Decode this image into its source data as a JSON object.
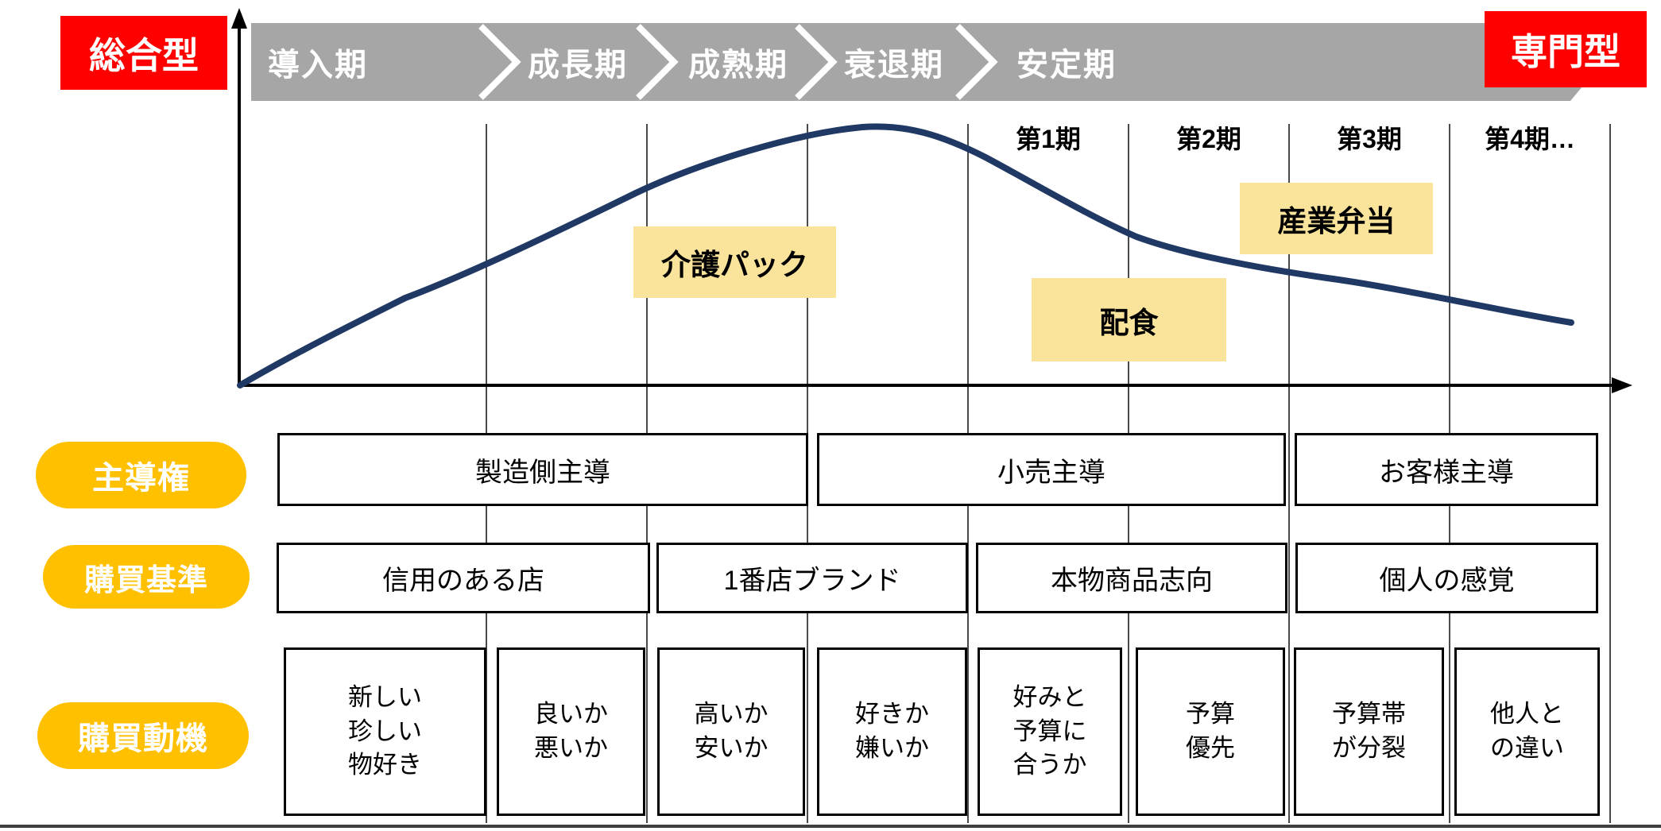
{
  "header": {
    "left_tag": "総合型",
    "right_tag": "専門型"
  },
  "lifecycle_banner": {
    "phases": [
      {
        "label": "導入期"
      },
      {
        "label": "成長期"
      },
      {
        "label": "成熟期"
      },
      {
        "label": "衰退期"
      },
      {
        "label": "安定期"
      }
    ]
  },
  "periods": [
    {
      "label": "第1期"
    },
    {
      "label": "第2期"
    },
    {
      "label": "第3期"
    },
    {
      "label": "第4期…"
    }
  ],
  "product_tags": [
    {
      "label": "介護パック"
    },
    {
      "label": "配食"
    },
    {
      "label": "産業弁当"
    }
  ],
  "rows": [
    {
      "label": "主導権",
      "cells": [
        {
          "text": "製造側主導"
        },
        {
          "text": "小売主導"
        },
        {
          "text": "お客様主導"
        }
      ]
    },
    {
      "label": "購買基準",
      "cells": [
        {
          "text": "信用のある店"
        },
        {
          "text": "1番店ブランド"
        },
        {
          "text": "本物商品志向"
        },
        {
          "text": "個人の感覚"
        }
      ]
    },
    {
      "label": "購買動機",
      "cells": [
        {
          "text": "新しい\n珍しい\n物好き"
        },
        {
          "text": "良いか\n悪いか"
        },
        {
          "text": "高いか\n安いか"
        },
        {
          "text": "好きか\n嫌いか"
        },
        {
          "text": "好みと\n予算に\n合うか"
        },
        {
          "text": "予算\n優先"
        },
        {
          "text": "予算帯\nが分裂"
        },
        {
          "text": "他人と\nの違い"
        }
      ]
    }
  ],
  "colors": {
    "red_tag": "#FF0000",
    "banner_gray": "#A6A6A6",
    "pill_orange": "#FFC000",
    "product_tag_yellow": "#FAE49B",
    "curve_navy": "#1F3864"
  }
}
